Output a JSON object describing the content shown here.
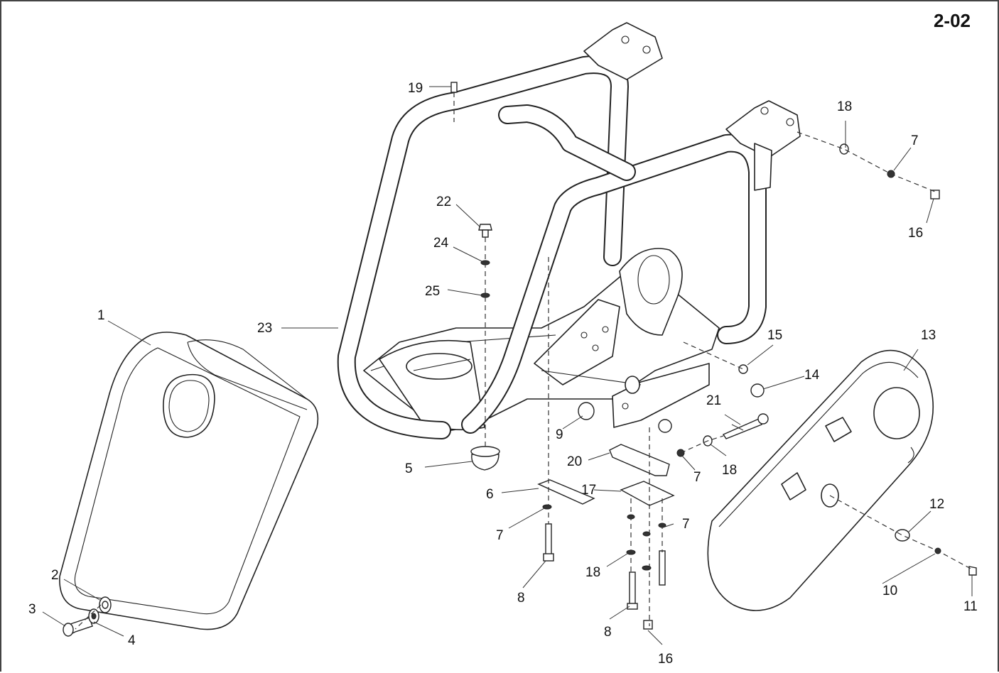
{
  "page": {
    "number": "2-02"
  },
  "callouts": {
    "c1": "1",
    "c2": "2",
    "c3": "3",
    "c4": "4",
    "c5": "5",
    "c6": "6",
    "c7a": "7",
    "c7b": "7",
    "c7c": "7",
    "c7d": "7",
    "c8a": "8",
    "c8b": "8",
    "c9": "9",
    "c10": "10",
    "c11": "11",
    "c12": "12",
    "c13": "13",
    "c14": "14",
    "c15": "15",
    "c16a": "16",
    "c16b": "16",
    "c17": "17",
    "c18a": "18",
    "c18b": "18",
    "c18c": "18",
    "c19": "19",
    "c20": "20",
    "c21": "21",
    "c22": "22",
    "c23": "23",
    "c24": "24",
    "c25": "25"
  }
}
